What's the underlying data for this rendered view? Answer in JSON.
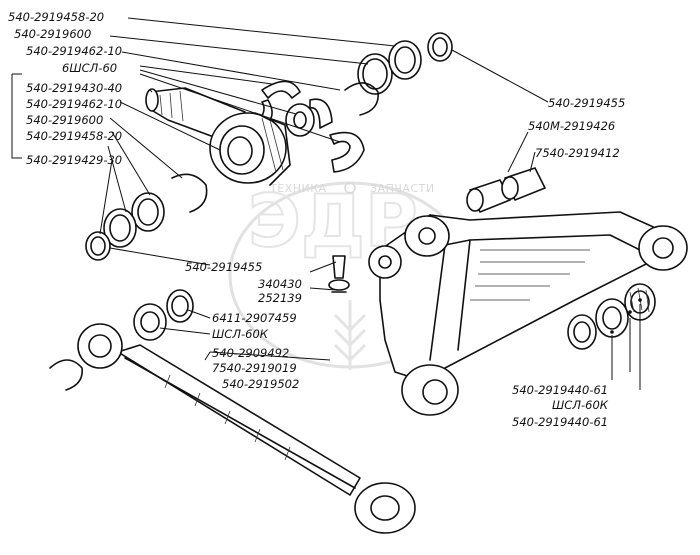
{
  "diagram": {
    "watermark": {
      "left": "ТЕХНИКА",
      "right": "ЗАПЧАСТИ"
    },
    "labels": {
      "l1": "540-2919458-20",
      "l2": "540-2919600",
      "l3": "540-2919462-10",
      "l4": "6ШСЛ-60",
      "l5": "540-2919430-40",
      "l6": "540-2919462-10",
      "l7": "540-2919600",
      "l8": "540-2919458-20",
      "l9": "540-2919429-30",
      "r1": "540-2919455",
      "r2": "540М-2919426",
      "r3": "7540-2919412",
      "m1": "540-2919455",
      "m2": "340430",
      "m3": "252139",
      "b1": "6411-2907459",
      "b2": "ШСЛ-60К",
      "b3": "540-2909492",
      "b4": "7540-2919019",
      "b5": "540-2919502",
      "br1": "540-2919440-61",
      "br2": "ШСЛ-60К",
      "br3": "540-2919440-61"
    }
  }
}
